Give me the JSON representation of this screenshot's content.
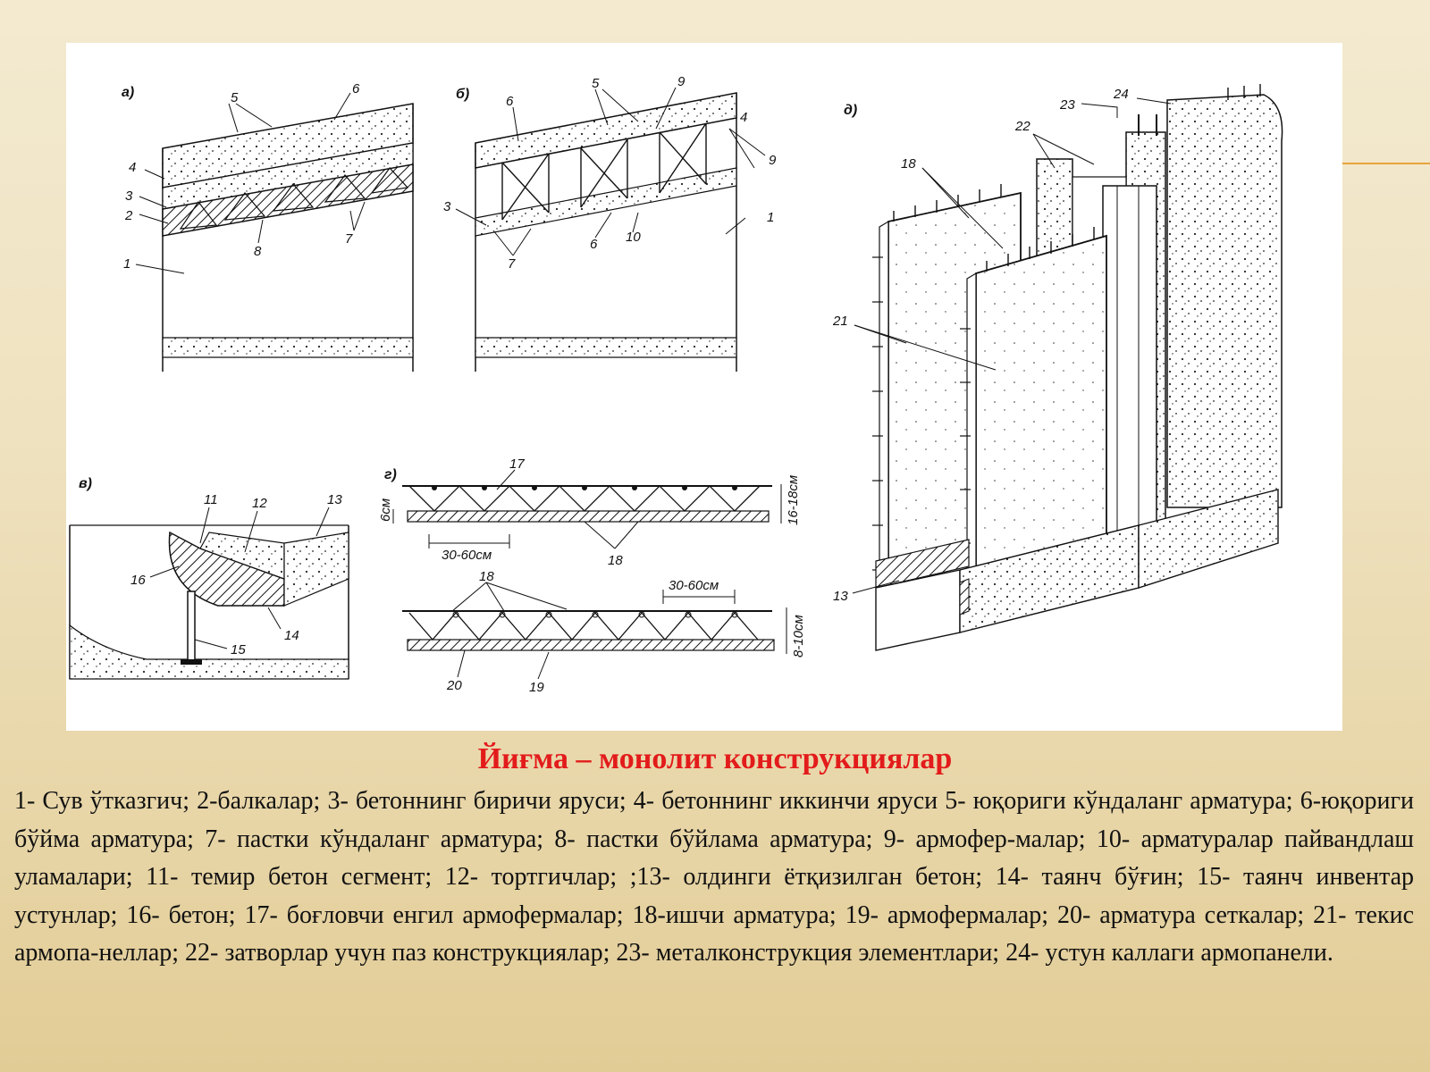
{
  "diagram": {
    "panels": [
      {
        "id": "a",
        "label": "а)"
      },
      {
        "id": "b",
        "label": "б)"
      },
      {
        "id": "v",
        "label": "в)"
      },
      {
        "id": "g",
        "label": "г)"
      },
      {
        "id": "d",
        "label": "д)"
      }
    ],
    "numbers": {
      "n1": "1",
      "n2": "2",
      "n3": "3",
      "n4": "4",
      "n5": "5",
      "n6": "6",
      "n7": "7",
      "n8": "8",
      "n9": "9",
      "n10": "10",
      "n11": "11",
      "n12": "12",
      "n13": "13",
      "n14": "14",
      "n15": "15",
      "n16": "16",
      "n17": "17",
      "n18": "18",
      "n19": "19",
      "n20": "20",
      "n21": "21",
      "n22": "22",
      "n23": "23",
      "n24": "24"
    },
    "dimensions": {
      "d_6cm": "6см",
      "d_16_18": "16-18см",
      "d_30_60_a": "30-60см",
      "d_30_60_b": "30-60см",
      "d_8_10": "8-10см"
    }
  },
  "caption": {
    "title": "Йиғма – монолит  конструкциялар",
    "legend": "1- Сув ўтказгич; 2-балкалар; 3- бетоннинг биричи яруси; 4- бетоннинг иккинчи яруси 5- юқориги кўндаланг арматура; 6-юқориги бўйма арматура; 7- пастки кўндаланг арматура; 8- пастки бўйлама арматура; 9- армофер-малар; 10- арматуралар пайвандлаш уламалари; 11- темир бетон сегмент;        12- тортгичлар; ;13- олдинги ётқизилган бетон;  14- таянч бўғин; 15- таянч инвентар устунлар;          16- бетон; 17- боғловчи енгил армофермалар; 18-ишчи арматура; 19- армофермалар; 20- арматура сеткалар; 21- текис армопа-неллар; 22- затворлар учун паз конструкциялар; 23- металконструкция элементлари; 24- устун каллаги армопанели."
  },
  "colors": {
    "title": "#e31b1b",
    "accent": "#e8a23c",
    "ink": "#111111",
    "panel": "#ffffff"
  }
}
